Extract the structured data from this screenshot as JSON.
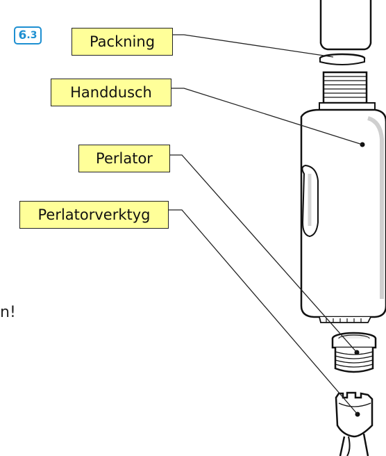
{
  "step": {
    "number": "6",
    "sub": ".3"
  },
  "labels": {
    "packning": "Packning",
    "handdusch": "Handdusch",
    "perlator": "Perlator",
    "perlatorverktyg": "Perlatorverktyg"
  },
  "edge_text": "n!",
  "colors": {
    "label_fill": "#ffff99",
    "badge": "#1d8fd1",
    "line": "#222222"
  }
}
